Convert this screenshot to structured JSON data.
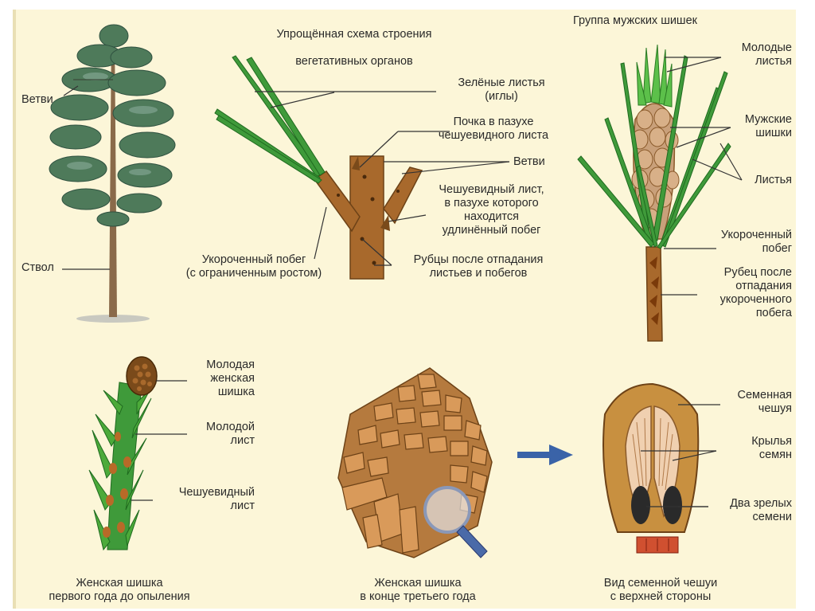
{
  "diagram": {
    "title_line1": "Упрощённая схема строения",
    "title_line2": "вегетативных органов",
    "male_group_title": "Группа мужских шишек",
    "tree": {
      "branches": "Ветви",
      "trunk": "Ствол"
    },
    "branch_scheme": {
      "green_leaves": "Зелёные листья\n(иглы)",
      "bud": "Почка в пазухе\nчешуевидного листа",
      "branches": "Ветви",
      "scale_leaf": "Чешуевидный лист,\nв пазухе которого\nнаходится\nудлинённый побег",
      "short_shoot": "Укороченный побег\n(с ограниченным ростом)",
      "scars": "Рубцы после отпадания\nлистьев и побегов"
    },
    "male_cones": {
      "young_leaves": "Молодые\nлистья",
      "male_cones": "Мужские\nшишки",
      "leaves": "Листья",
      "short_shoot": "Укороченный\nпобег",
      "scar": "Рубец после\nотпадания\nукороченного\nпобега"
    },
    "female_first_year": {
      "young_cone": "Молодая\nженская\nшишка",
      "young_leaf": "Молодой\nлист",
      "scale_leaf": "Чешуевидный\nлист",
      "caption": "Женская шишка\nпервого года до опыления"
    },
    "female_third_year": {
      "caption": "Женская шишка\nв конце третьего года"
    },
    "seed_scale": {
      "seed_scale": "Семенная\nчешуя",
      "wings": "Крылья\nсемян",
      "seeds": "Два зрелых\nсемени",
      "caption": "Вид семенной чешуи\nс верхней стороны"
    }
  },
  "colors": {
    "background": "#fcf6d8",
    "needle_green": "#3f9a3a",
    "bark_brown": "#a8692c",
    "cone_brown": "#c98a4a",
    "arrow_blue": "#3a63a8"
  }
}
